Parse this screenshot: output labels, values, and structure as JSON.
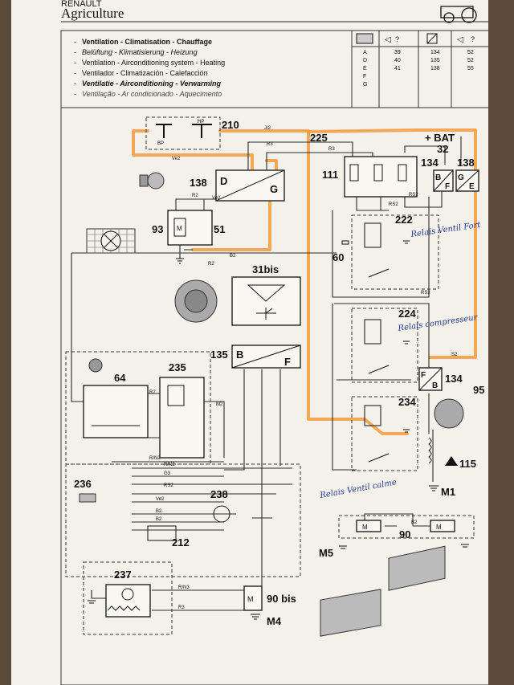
{
  "header": {
    "brand_line1": "RENAULT",
    "brand_line2": "Agriculture",
    "titles": [
      "Ventilation - Climatisation - Chauffage",
      "Belüftung - Klimatisierung - Heizung",
      "Ventilation - Airconditioning system - Heating",
      "Ventilador - Climatización - Calefacción",
      "Ventilatie - Airconditioning - Verwarming",
      "Ventilação - Ar condicionado - Aquecimento"
    ],
    "ref_table": {
      "letters": [
        "A",
        "D",
        "E",
        "F",
        "G"
      ],
      "col1": [
        "39",
        "40",
        "41"
      ],
      "col2": [
        "134",
        "135",
        "138"
      ],
      "col3": [
        "52",
        "52",
        "55"
      ],
      "q": "?"
    }
  },
  "components": {
    "c210": "210",
    "c225": "225",
    "bat": "+ BAT",
    "c32": "32",
    "c134a": "134",
    "c138b": "138",
    "c138": "138",
    "c111": "111",
    "c93": "93",
    "c51": "51",
    "c222": "222",
    "c60": "60",
    "c31bis": "31bis",
    "c224": "224",
    "c135": "135",
    "c134b": "134",
    "c95": "95",
    "c64": "64",
    "c235": "235",
    "c234": "234",
    "c115": "115",
    "m1": "M1",
    "c236": "236",
    "c238": "238",
    "c212": "212",
    "c90": "90",
    "m5": "M5",
    "c237": "237",
    "c90bis": "90 bis",
    "m4": "M4"
  },
  "letters": {
    "D": "D",
    "G": "G",
    "B": "B",
    "F": "F",
    "E": "E"
  },
  "wire_labels": {
    "ve2": "Ve2",
    "r3": "R3",
    "r2": "R2",
    "b2": "B2",
    "rs2": "RS2",
    "s2": "S2",
    "m2": "M2",
    "rn2": "R/N2",
    "g3": "G3",
    "rn3": "R/N3",
    "j2": "J/2",
    "bp": "BP",
    "hp": "HP"
  },
  "handwritten": {
    "relais_ventil": "Relais Ventil Fort",
    "relais_compresseur": "Relais compresseur",
    "relais_ventil_calme": "Relais Ventil calme"
  }
}
